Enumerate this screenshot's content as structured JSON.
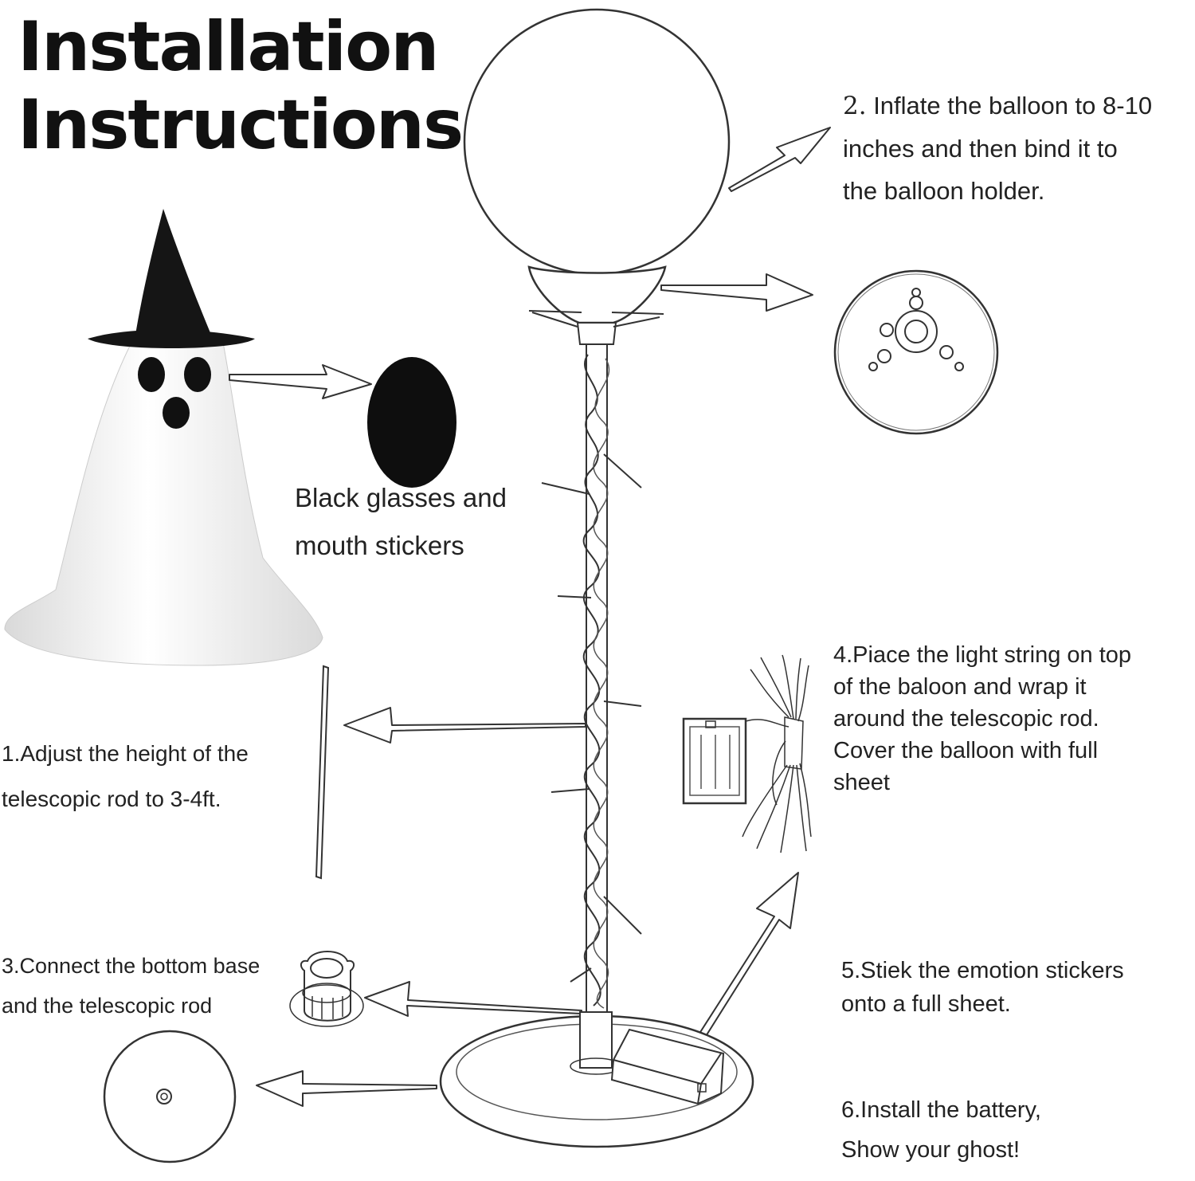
{
  "title": "Installation\nInstructions",
  "steps": {
    "step2_num": "2.",
    "step2_text": " Inflate the balloon to 8-10\n    inches and then bind it to\n    the balloon holder.",
    "stickers": "Black glasses and\nmouth stickers",
    "step4": "4.Piace the light string on top\n   of the baloon and wrap it\n   around the telescopic rod.\n   Cover the balloon with full\n   sheet",
    "step1": "1.Adjust the height of the\n   telescopic rod to 3-4ft.",
    "step3": "3.Connect the bottom base\n  and the telescopic rod",
    "step5": "5.Stiek the emotion stickers\n  onto a full sheet.",
    "step6": "6.Install the battery,\n  Show your ghost!"
  },
  "icons": [
    "ghost-witch-hat-icon",
    "balloon-icon",
    "balloon-holder-icon",
    "holder-top-view-icon",
    "black-sticker-icon",
    "telescopic-rod-icon",
    "light-string-icon",
    "battery-box-icon",
    "base-connector-icon",
    "bottom-base-icon",
    "stand-icon"
  ],
  "colors": {
    "ink": "#111111",
    "line": "#333333",
    "ghost": "#f4f4f4",
    "hat": "#151515"
  }
}
